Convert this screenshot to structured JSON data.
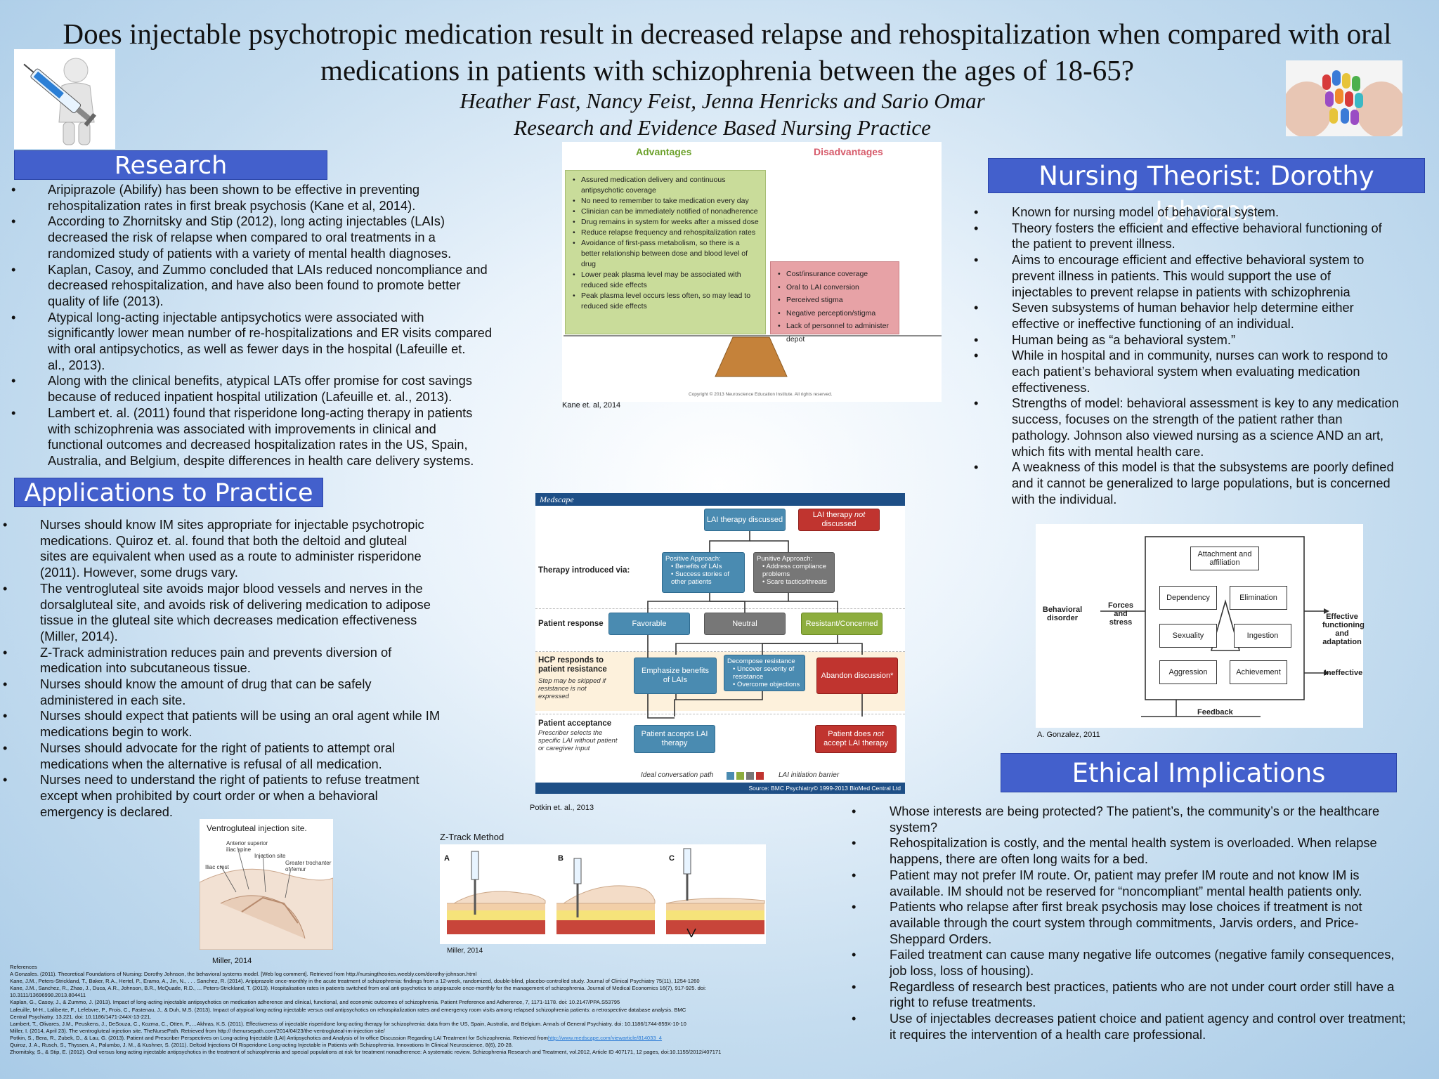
{
  "header": {
    "title_line1": "Does injectable psychotropic medication result in decreased relapse and rehospitalization when compared with oral",
    "title_line2": "medications in patients with schizophrenia between the ages of 18-65?",
    "authors": "Heather Fast, Nancy Feist, Jenna Henricks and Sario Omar",
    "course": "Research and Evidence Based Nursing Practice"
  },
  "research": {
    "heading": "Research",
    "items": [
      [
        "Aripiprazole (Abilify) has been shown to be effective in preventing",
        "rehospitalization rates in first break psychosis (Kane et al, 2014)."
      ],
      [
        "According to Zhornitsky and Stip (2012), long acting injectables (LAIs)",
        "decreased the risk of relapse when compared to oral treatments in a",
        "randomized study of patients with a variety of mental health diagnoses."
      ],
      [
        "Kaplan, Casoy, and Zummo concluded that LAIs reduced noncompliance and",
        "decreased rehospitalization, and have also been found to promote better",
        "quality of life (2013)."
      ],
      [
        "Atypical long-acting injectable antipsychotics were associated with",
        "significantly lower mean number of re-hospitalizations and ER visits compared",
        "with oral antipsychotics, as well as fewer days in the hospital (Lafeuille et.",
        "al., 2013)."
      ],
      [
        "Along with the clinical benefits, atypical LATs offer promise for cost savings",
        "because of reduced inpatient hospital utilization (Lafeuille et. al., 2013)."
      ],
      [
        "Lambert et. al. (2011) found that risperidone long-acting therapy in patients",
        "with schizophrenia was associated with improvements in clinical and",
        "functional outcomes and decreased hospitalization rates in the US, Spain,",
        "Australia, and Belgium, despite differences in health care delivery systems."
      ]
    ]
  },
  "applications": {
    "heading": "Applications to Practice",
    "items": [
      [
        "Nurses should know IM sites appropriate for injectable psychotropic",
        "medications. Quiroz et. al. found that both the deltoid and gluteal",
        "sites are equivalent when used as a route to administer risperidone",
        "(2011). However, some drugs vary."
      ],
      [
        "The ventrogluteal site avoids major blood vessels and nerves in the",
        "dorsalgluteal site, and avoids risk of delivering medication to adipose",
        "tissue in the gluteal site which decreases medication effectiveness",
        "(Miller, 2014)."
      ],
      [
        "Z-Track administration reduces pain and prevents diversion of",
        "medication into subcutaneous tissue."
      ],
      [
        "Nurses should know the amount of drug that can be safely",
        "administered in each site."
      ],
      [
        "Nurses should expect that patients will be using an oral agent while IM",
        "medications begin to work."
      ],
      [
        "Nurses should advocate for the right of patients to attempt oral",
        "medications when the alternative is refusal of all medication."
      ],
      [
        "Nurses need to understand the right of patients to refuse treatment",
        "except when prohibited by court order or when a behavioral",
        "emergency is declared."
      ]
    ]
  },
  "theorist": {
    "heading": "Nursing Theorist: Dorothy Johnson",
    "items": [
      [
        "Known for nursing model of behavioral system."
      ],
      [
        "Theory fosters the efficient and effective behavioral functioning of",
        "the patient to prevent illness."
      ],
      [
        "Aims to encourage efficient and effective behavioral system to",
        "prevent illness in patients. This would support the use of",
        "injectables to prevent relapse in patients with schizophrenia"
      ],
      [
        "Seven subsystems of human behavior help determine either",
        "effective or ineffective functioning of an individual."
      ],
      [
        "Human being as “a behavioral system.”"
      ],
      [
        "While in hospital and in community, nurses can work to respond to",
        "each patient’s behavioral system when evaluating medication",
        "effectiveness."
      ],
      [
        "Strengths of model: behavioral assessment is key to any medication",
        "success, focuses on the strength of the patient rather than",
        "pathology. Johnson also viewed nursing as a science AND an art,",
        "which fits with mental health care."
      ],
      [
        "A weakness of this model is that the subsystems are poorly defined",
        "and it cannot be generalized to large populations, but is concerned",
        "with the individual."
      ]
    ]
  },
  "ethics": {
    "heading": "Ethical Implications",
    "items": [
      [
        "Whose interests are being protected? The patient’s, the community’s or the healthcare",
        "system?"
      ],
      [
        "Rehospitalization is costly, and the mental health system is overloaded. When relapse",
        "happens, there are often long waits for a bed."
      ],
      [
        "Patient may not prefer IM route. Or, patient may prefer IM route and not know IM is",
        "available. IM should not be reserved for “noncompliant” mental health patients only."
      ],
      [
        "Patients who relapse after first break psychosis may lose choices if treatment is not",
        "available  through the court system through commitments, Jarvis orders, and Price-",
        "Sheppard Orders."
      ],
      [
        "Failed treatment can cause many negative life outcomes (negative family consequences,",
        "job loss, loss of housing)."
      ],
      [
        "Regardless of research best practices, patients who are not under court order still have a",
        "right to refuse treatments."
      ],
      [
        "Use of injectables decreases patient choice and patient agency and control over treatment;",
        "it requires the intervention of a health care professional."
      ]
    ]
  },
  "adv_figure": {
    "adv_title": "Advantages",
    "dis_title": "Disadvantages",
    "advantages": [
      "Assured medication delivery and continuous antipsychotic coverage",
      "No need to remember to take medication every day",
      "Clinician can be immediately notified of nonadherence",
      "Drug remains in system for weeks after a missed dose",
      "Reduce relapse frequency and rehospitalization rates",
      "Avoidance of first-pass metabolism, so there is a better relationship between dose and blood level of drug",
      "Lower peak plasma level may be associated with reduced side effects",
      "Peak plasma level occurs less often, so may lead to reduced side effects"
    ],
    "disadvantages": [
      "Cost/insurance coverage",
      "Oral to LAI conversion",
      "Perceived stigma",
      "Negative perception/stigma",
      "Lack of personnel to administer depot"
    ],
    "copyright": "Copyright © 2013 Neuroscience Education Institute. All rights reserved.",
    "caption": "Kane et. al, 2014"
  },
  "medscape": {
    "brand": "Medscape",
    "lai_discussed": "LAI therapy discussed",
    "lai_not_pre": "LAI therapy ",
    "lai_not_em": "not",
    "lai_not_post": "discussed",
    "row_therapy": "Therapy introduced via:",
    "positive_title": "Positive Approach:",
    "positive_items": [
      "Benefits of LAIs",
      "Success stories of other patients"
    ],
    "punitive_title": "Punitive Approach:",
    "punitive_items": [
      "Address compliance problems",
      "Scare tactics/threats"
    ],
    "row_response": "Patient response",
    "favorable": "Favorable",
    "neutral": "Neutral",
    "resistant": "Resistant/Concerned",
    "row_hcp": "HCP responds to patient resistance",
    "row_hcp_sub": "Step may be skipped if resistance is not expressed",
    "emphasize": "Emphasize benefits of LAIs",
    "decompose_title": "Decompose resistance",
    "decompose_items": [
      "Uncover severity of resistance",
      "Overcome objections"
    ],
    "abandon": "Abandon discussion*",
    "row_acceptance": "Patient acceptance",
    "row_acceptance_sub": "Prescriber selects the specific LAI without patient or caregiver input",
    "accepts": "Patient accepts LAI therapy",
    "not_accept_pre": "Patient does ",
    "not_accept_em": "not",
    "not_accept_post": "accept LAI therapy",
    "legend_ideal": "Ideal conversation path",
    "legend_barrier": "LAI initiation barrier",
    "source": "Source: BMC Psychiatry© 1999-2013 BioMed Central Ltd",
    "caption": "Potkin et. al., 2013"
  },
  "johnson_figure": {
    "attachment": "Attachment and affiliation",
    "dependency": "Dependency",
    "elimination": "Elimination",
    "sexuality": "Sexuality",
    "ingestion": "Ingestion",
    "aggression": "Aggression",
    "achievement": "Achievement",
    "behavioral_disorder": "Behavioral disorder",
    "forces": "Forces and stress",
    "effective": "Effective functioning and adaptation",
    "ineffective": "Ineffective",
    "feedback": "Feedback",
    "caption": "A. Gonzalez, 2011"
  },
  "ventro_figure": {
    "title": "Ventrogluteal injection site.",
    "label_asis": "Anterior superior iliac spine",
    "label_site": "Injection site",
    "label_crest": "Iliac crest",
    "label_troch": "Greater trochanter of femur",
    "caption": "Miller, 2014"
  },
  "ztrack_figure": {
    "title": "Z-Track Method",
    "panel_a": "A",
    "panel_b": "B",
    "panel_c": "C",
    "caption": "Miller, 2014"
  },
  "references": {
    "heading": "References",
    "lines": [
      "A Gonzales. (2011). Theoretical Foundations of Nursing: Dorothy Johnson, the behavioral systems model. [Web log comment]. Retrieved from http://nursingtheories.weebly.com/dorothy-johnson.html",
      "Kane, J.M., Peters-Strickland, T., Baker, R.A., Hertel, P., Eramo, A., Jin, N., . . . Sanchez, R. (2014). Aripiprazole once-monthly in the acute treatment of schizophrenia: findings from a 12-week, randomized, double-blind, placebo-controlled study. Journal of Clinical Psychiatry 75(11), 1254-1260",
      "Kane, J.M., Sanchez, R., Zhao, J., Duca, A.R., Johnson, B.R., McQuade, R.D., ... Peters-Strickland, T. (2013). Hospitalisation rates in patients switched from oral anti-psychotics to aripiprazole once-monthly for the management of schizophrenia. Journal of Medical Economics 16(7), 917-925. doi:",
      "10.3111/13696998.2013.804411",
      "Kaplan, G., Casoy, J., & Zummo, J. (2013). Impact of long-acting injectable antipsychotics on  medication adherence and clinical, functional, and economic outcomes of schizophrenia. Patient Preference and Adherence, 7, 1171-1178. doi: 10.2147/PPA.S53795",
      "Lafeuille, M-H., Laliberte, F., Lefebvre, P., Frois, C., Fastenau, J., & Duh, M.S. (2013). Impact of atypical  long-acting injectable versus oral antipsychotics on rehospitalization rates and emergency room visits among relapsed schizophrenia patients: a retrospective database analysis. BMC",
      "Central Psychiatry. 13.221. doi: 10.1186/1471-244X-13-221.",
      "Lambert, T., Olivares, J.M., Peuskens, J., DeSouza, C., Kozma, C., Otten, P.,…Akhras, K.S. (2011). Effectiveness of injectable risperidone long-acting therapy for schizophrenia: data from the US, Spain, Australia, and Belgium. Annals of General Psychiatry. doi: 10.1186/1744-859X-10-10",
      "Miller, I. (2014, April 23). The ventrogluteal injection site. TheNursePath. Retrieved from http:// thenursepath.com/2014/04/23/the-ventrogluteal-im-injection-site/",
      "Potkin, S., Bera, R., Zubek, D., & Lau, G. (2013). Patient and Prescriber Perspectives on Long-acting Injectable (LAI) Antipsychotics and Analysis of In-office Discussion Regarding LAI Treatment for Schizophrenia. Retrieved from",
      "Quiroz, J. A., Rusch, S., Thyssen, A., Palumbo, J. M., & Kushner, S. (2011). Deltoid Injections Of Risperidone Long-acting Injectable in Patients with Schizophrenia. Innovations In Clinical Neuroscience, 8(6), 20-28.",
      "Zhornitsky, S., & Stip, E. (2012). Oral versus long-acting injectable antipsychotics in the treatment of schizophrenia and special populations at risk for treatment nonadherence: A systematic review. Schizophrenia Research and Treatment, vol.2012, Article ID 407171, 12 pages, doi:10.1155/2012/407171"
    ],
    "potkin_link": "http://www.medscape.com/viewarticle/814033_4"
  },
  "colors": {
    "banner": "#4360cc",
    "background_edge": "#a9cbe7"
  }
}
